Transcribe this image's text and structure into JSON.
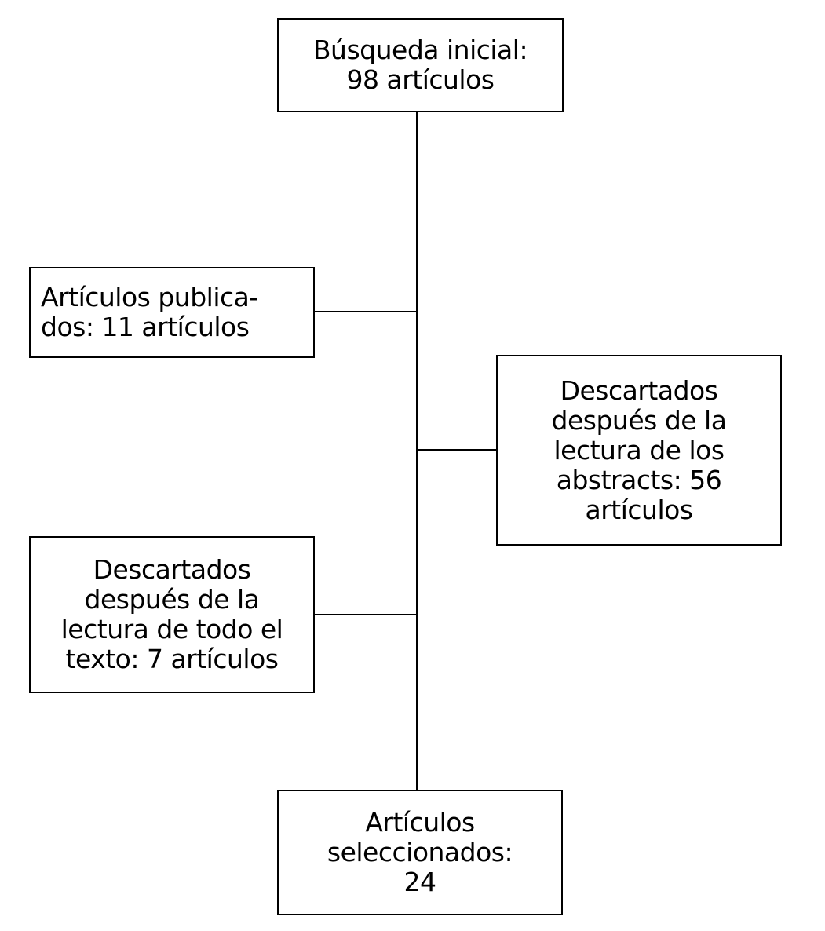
{
  "diagram": {
    "type": "flowchart",
    "language": "es",
    "colors": {
      "background": "#ffffff",
      "border": "#000000",
      "text": "#000000",
      "connector": "#000000"
    },
    "nodes": {
      "initial_search": {
        "text": "Búsqueda inicial:\n98 artículos",
        "count": 98
      },
      "published": {
        "text": "Artículos publica-\ndos: 11 artículos",
        "count": 11
      },
      "discarded_abstracts": {
        "text": "Descartados\ndespués de la\nlectura de los\nabstracts: 56\nartículos",
        "count": 56
      },
      "discarded_full_text": {
        "text": "Descartados\ndespués de la\nlectura de todo el\ntexto: 7 artículos",
        "count": 7
      },
      "selected": {
        "text": "Artículos\nseleccionados:\n24",
        "count": 24
      }
    },
    "edges": [
      {
        "from": "initial_search",
        "to": "selected",
        "shape": "vertical-trunk"
      },
      {
        "from": "trunk",
        "to": "published",
        "shape": "horizontal-branch-left"
      },
      {
        "from": "trunk",
        "to": "discarded_abstracts",
        "shape": "horizontal-branch-right"
      },
      {
        "from": "trunk",
        "to": "discarded_full_text",
        "shape": "horizontal-branch-left"
      }
    ]
  }
}
